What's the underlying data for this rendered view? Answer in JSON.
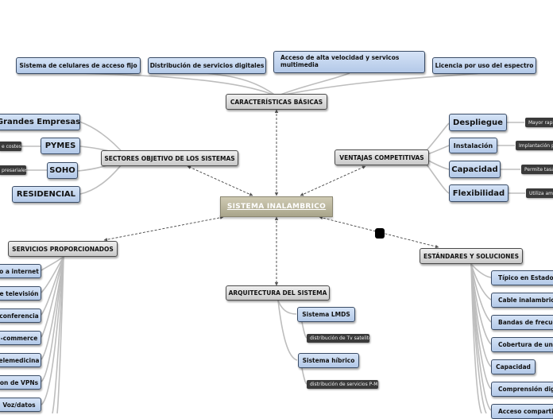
{
  "center": {
    "label": "SISTEMA INALAMBRICO"
  },
  "caracteristicas": {
    "label": "CARACTERÍSTICAS BÁSICAS",
    "items": [
      "Sistema de celulares  de acceso fijo",
      "Distribución de servicios digitales",
      "Acceso de alta velocidad  y servicos multimedia",
      "Licencia por uso del espectro"
    ]
  },
  "sectores": {
    "label": "SECTORES OBJETIVO DE LOS SISTEMAS",
    "items": [
      "Grandes Empresas",
      "PYMES",
      "SOHO",
      "RESIDENCIAL"
    ],
    "notes": [
      "e costes",
      "presariales"
    ]
  },
  "ventajas": {
    "label": "VENTAJAS COMPETITIVAS",
    "items": [
      "Despliegue",
      "Instalación",
      "Capacidad",
      "Flexibilidad"
    ],
    "notes": [
      "Mayor rapi",
      "Implantación p",
      "Permite tasa",
      "Utiliza amb"
    ]
  },
  "servicios": {
    "label": "SERVICIOS PROPORCIONADOS",
    "items": [
      "o a internet",
      "e televisión",
      "conferencia",
      "-commerce",
      "elemedicina",
      "on de VPNs",
      "Voz/datos"
    ]
  },
  "arquitectura": {
    "label": "ARQUITECTURA DEL SISTEMA",
    "items": [
      "Sistema LMDS",
      "Sistema híbrico"
    ],
    "notes": [
      "distribución de Tv satelite",
      "distribución de servicios P-MP"
    ]
  },
  "estandares": {
    "label": "ESTÁNDARES Y SOLUCIONES",
    "items": [
      "Típico en Estados",
      "Cable inalambrico",
      "Bandas de frecue",
      "Cobertura de  una",
      "Capacidad",
      "Comprensión digi",
      "Acceso comparti"
    ]
  },
  "colors": {
    "branch": "#b8b8b8",
    "connector": "#444444",
    "blue_node": "#c5d7f0",
    "center_node": "#bdb89e"
  }
}
